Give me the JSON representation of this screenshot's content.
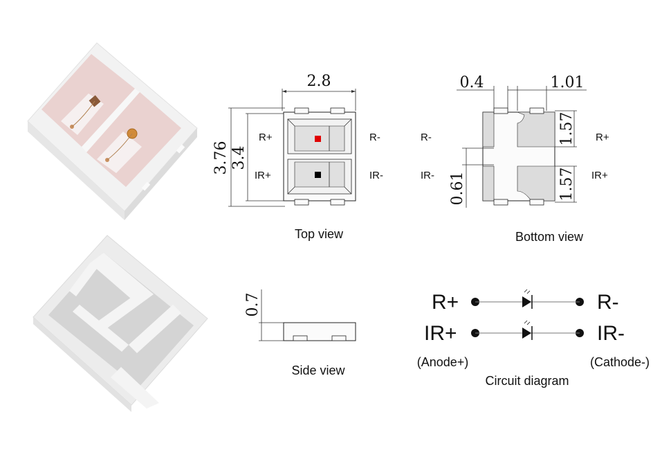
{
  "dimensions": {
    "top_width": "2.8",
    "top_height_outer": "3.76",
    "top_height_inner": "3.4",
    "bottom_pad_width": "0.4",
    "bottom_right_width": "1.01",
    "bottom_pad_height_top": "1.57",
    "bottom_pad_height_bottom": "1.57",
    "bottom_gap": "0.61",
    "side_height": "0.7"
  },
  "pins": {
    "top_r_plus": "R+",
    "top_r_minus": "R-",
    "top_ir_plus": "IR+",
    "top_ir_minus": "IR-",
    "bottom_r_minus": "R-",
    "bottom_r_plus": "R+",
    "bottom_ir_minus": "IR-",
    "bottom_ir_plus": "IR+"
  },
  "captions": {
    "top_view": "Top view",
    "bottom_view": "Bottom view",
    "side_view": "Side view",
    "circuit": "Circuit diagram"
  },
  "circuit": {
    "r_plus": "R+",
    "r_minus": "R-",
    "ir_plus": "IR+",
    "ir_minus": "IR-",
    "anode": "(Anode+)",
    "cathode": "(Cathode-)"
  },
  "colors": {
    "red_chip": "#e00000",
    "ir_chip": "#000000",
    "package_body": "#f0f0f0",
    "pad_gray": "#d8d8d8",
    "led_chip_orange": "#d08a3a"
  }
}
